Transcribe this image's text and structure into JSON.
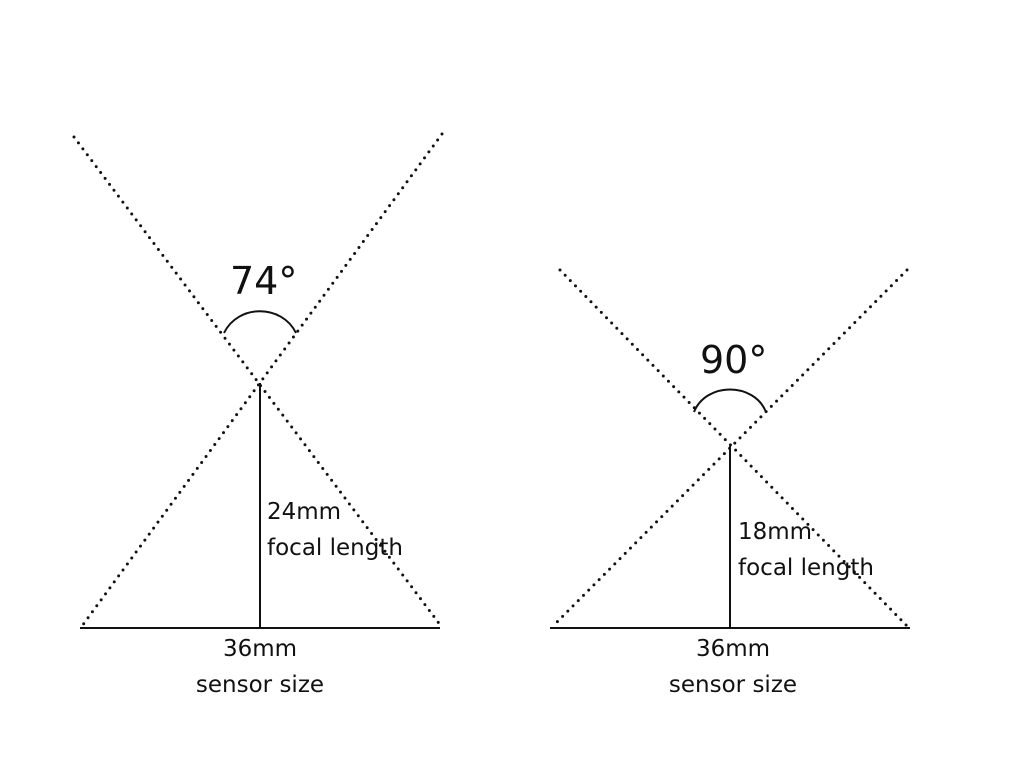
{
  "colors": {
    "ink": "#111111",
    "background": "#ffffff"
  },
  "diagrams": [
    {
      "angle_label": "74°",
      "focal_value": "24mm",
      "focal_caption": "focal length",
      "sensor_value": "36mm",
      "sensor_caption": "sensor size"
    },
    {
      "angle_label": "90°",
      "focal_value": "18mm",
      "focal_caption": "focal length",
      "sensor_value": "36mm",
      "sensor_caption": "sensor size"
    }
  ]
}
